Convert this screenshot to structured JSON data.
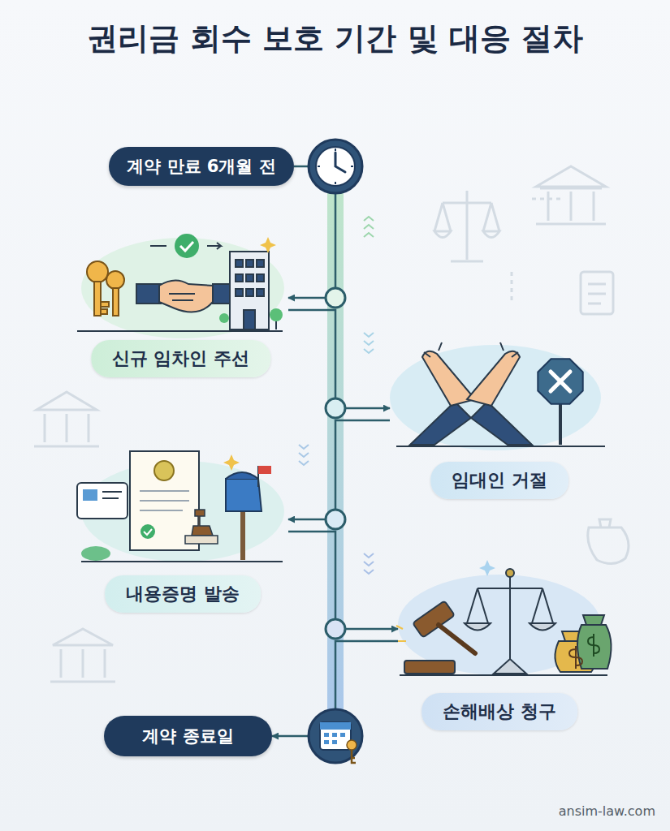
{
  "diagram": {
    "title": "권리금 회수 보호 기간 및 대응 절차",
    "nodes": [
      {
        "text": [
          "계약 만료 6개월 전"
        ]
      },
      {
        "text": [
          "신규 임차인 주선"
        ]
      },
      {
        "text": [
          "임대인 거절"
        ]
      },
      {
        "text": [
          "내용증명 발송"
        ]
      },
      {
        "text": [
          "손해배상 청구"
        ]
      },
      {
        "text": [
          "계약 종료일"
        ]
      }
    ],
    "edges": [
      {
        "from": 0,
        "to": 1,
        "arrow": "to"
      },
      {
        "from": 1,
        "to": 2,
        "arrow": "to"
      },
      {
        "from": 2,
        "to": 3,
        "arrow": "to"
      },
      {
        "from": 3,
        "to": 4,
        "arrow": "to"
      },
      {
        "from": 4,
        "to": 5,
        "arrow": "to"
      }
    ],
    "labels": [
      "ansim-law.com"
    ]
  }
}
